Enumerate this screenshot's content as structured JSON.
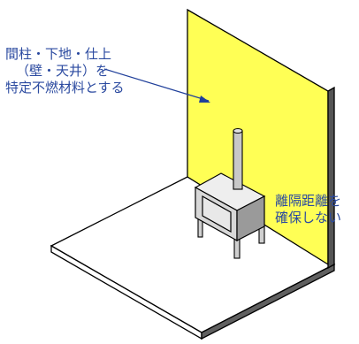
{
  "wall_annotation": {
    "lines": [
      "間柱・下地・仕上",
      "（壁・天井）を",
      "特定不燃材料とする"
    ]
  },
  "stove_annotation": {
    "lines": [
      "離隔距離を",
      "確保しない"
    ]
  },
  "colors": {
    "wall_face": "#ffff55",
    "wall_edge": "#555555",
    "floor_top": "#ffffff",
    "floor_side": "#606060",
    "stove_body": "#d8d8d8",
    "stove_side": "#9a9a9a",
    "stove_window": "#e8e8e8",
    "chimney": "#c8c8c8",
    "annotation_text": "#2b4aa0",
    "arrow": "#1f3f9a"
  },
  "icons": [
    "arrow-pointer-icon"
  ]
}
